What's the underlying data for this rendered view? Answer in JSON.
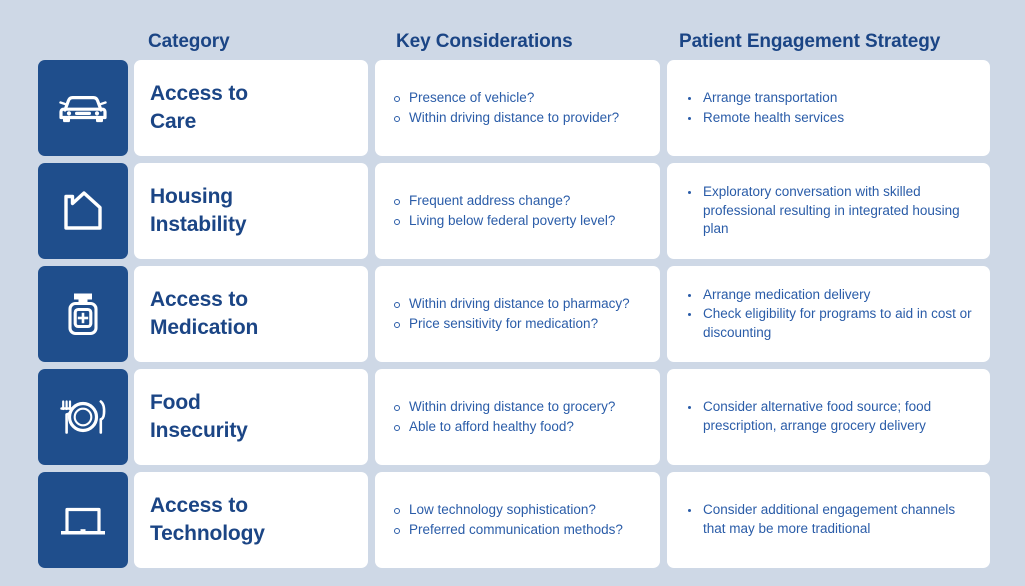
{
  "theme": {
    "background": "#ced8e6",
    "tile_blue": "#1f4e8c",
    "heading_blue": "#1b4585",
    "body_blue": "#2a5ca8",
    "card_white": "#ffffff"
  },
  "headers": {
    "category": "Category",
    "key_considerations": "Key Considerations",
    "strategy": "Patient Engagement Strategy"
  },
  "rows": [
    {
      "icon": "car-icon",
      "category": "Access to\nCare",
      "category_lines": [
        "Access to",
        "Care"
      ],
      "considerations": [
        "Presence of vehicle?",
        "Within driving distance to provider?"
      ],
      "strategies": [
        "Arrange transportation",
        "Remote health services"
      ]
    },
    {
      "icon": "house-icon",
      "category": "Housing\nInstability",
      "category_lines": [
        "Housing",
        "Instability"
      ],
      "considerations": [
        "Frequent address change?",
        "Living below federal poverty level?"
      ],
      "strategies": [
        "Exploratory conversation with skilled professional resulting in integrated housing plan"
      ]
    },
    {
      "icon": "medicine-bottle-icon",
      "category": "Access to\nMedication",
      "category_lines": [
        "Access to",
        "Medication"
      ],
      "considerations": [
        "Within driving distance to pharmacy?",
        "Price sensitivity for medication?"
      ],
      "strategies": [
        "Arrange medication delivery",
        "Check eligibility for programs to aid in cost or discounting"
      ]
    },
    {
      "icon": "plate-cutlery-icon",
      "category": "Food\nInsecurity",
      "category_lines": [
        "Food",
        "Insecurity"
      ],
      "considerations": [
        "Within driving distance to grocery?",
        "Able to afford healthy food?"
      ],
      "strategies": [
        "Consider alternative food source; food prescription, arrange grocery delivery"
      ]
    },
    {
      "icon": "laptop-icon",
      "category": "Access to\nTechnology",
      "category_lines": [
        "Access to",
        "Technology"
      ],
      "considerations": [
        "Low technology sophistication?",
        "Preferred communication methods?"
      ],
      "strategies": [
        "Consider additional engagement channels that may be more traditional"
      ]
    }
  ]
}
